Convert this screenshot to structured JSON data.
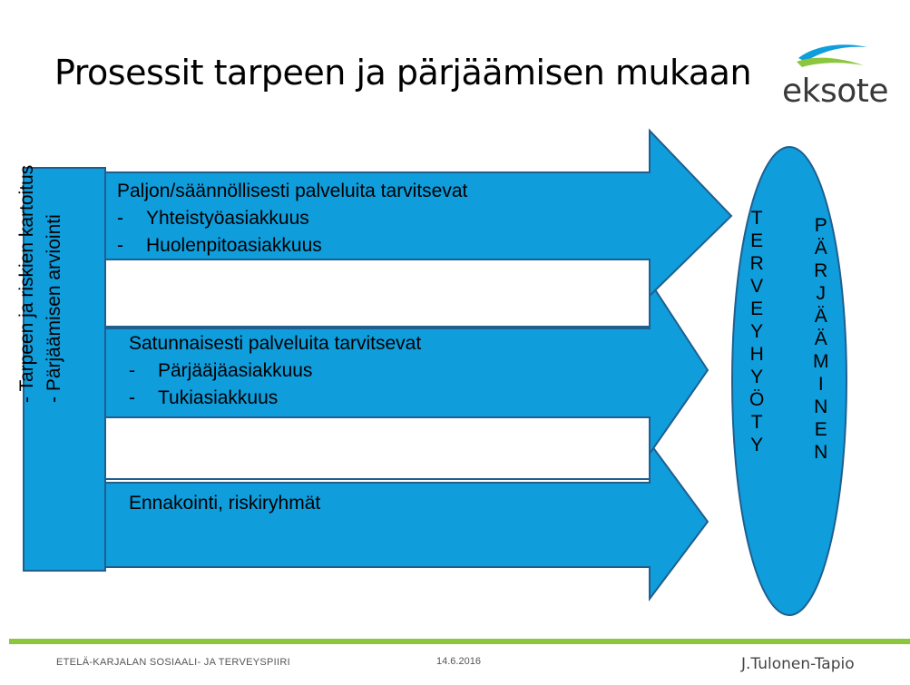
{
  "title": "Prosessit tarpeen ja pärjäämisen mukaan",
  "logo": {
    "text": "eksote"
  },
  "colors": {
    "fill": "#0f9ddc",
    "stroke": "#1f5f8f",
    "footer_line": "#8cc63f"
  },
  "side_box": {
    "line1": "- Tarpeen ja riskien kartoitus",
    "line2": "- Pärjäämisen arviointi"
  },
  "arrows": [
    {
      "heading": "Paljon/säännöllisesti palveluita tarvitsevat",
      "items": [
        "Yhteistyöasiakkuus",
        "Huolenpitoasiakkuus"
      ]
    },
    {
      "heading": "Satunnaisesti palveluita tarvitsevat",
      "items": [
        "Pärjääjäasiakkuus",
        "Tukiasiakkuus"
      ]
    },
    {
      "heading": "Ennakointi, riskiryhmät",
      "items": []
    }
  ],
  "ellipse": {
    "col1": [
      "T",
      "E",
      "R",
      "V",
      "E",
      "Y",
      "H",
      "Y",
      "Ö",
      "T",
      "Y"
    ],
    "col2": [
      "P",
      "Ä",
      "R",
      "J",
      "Ä",
      "Ä",
      "M",
      "I",
      "N",
      "E",
      "N"
    ]
  },
  "footer": {
    "org": "ETELÄ-KARJALAN SOSIAALI- JA TERVEYSPIIRI",
    "date": "14.6.2016",
    "author": "J.Tulonen-Tapio"
  }
}
